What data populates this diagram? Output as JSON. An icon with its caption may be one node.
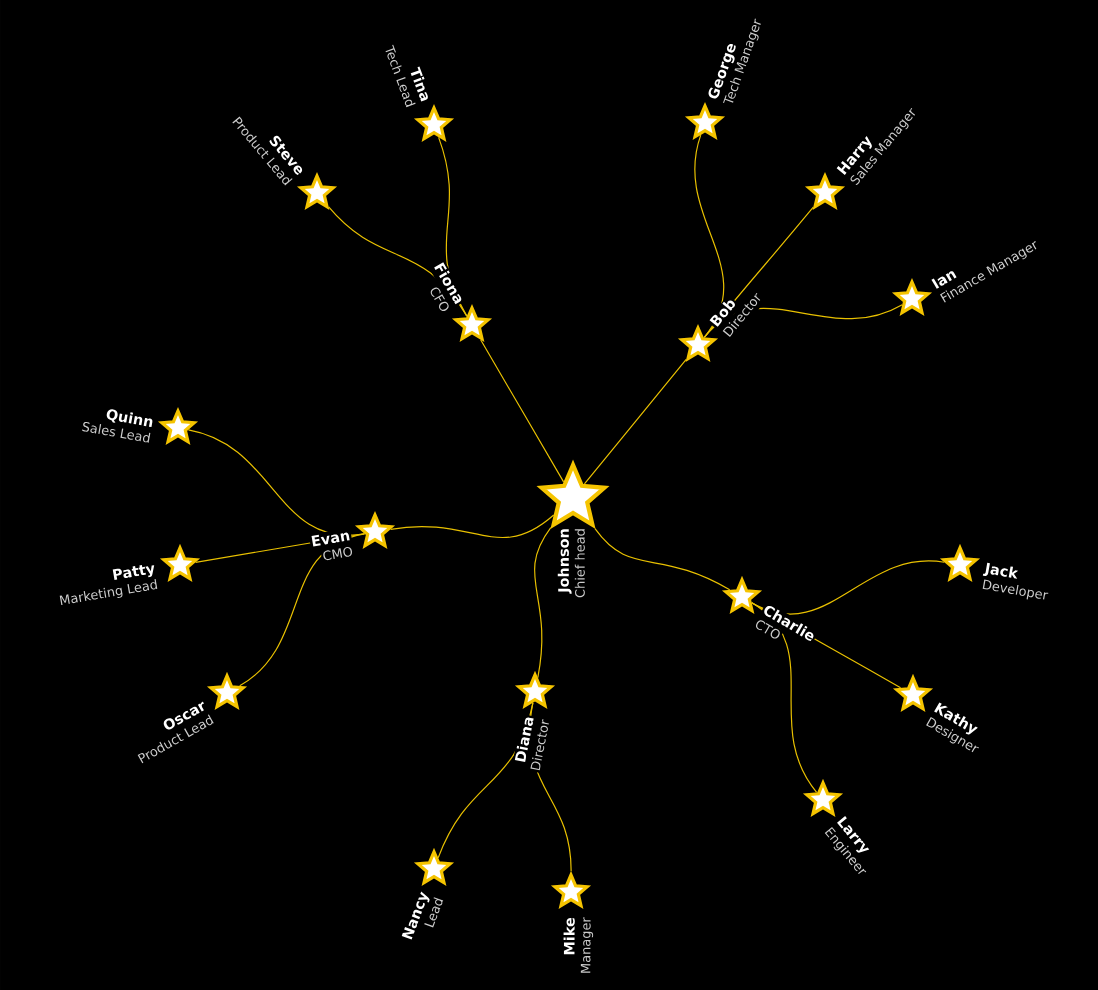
{
  "diagram": {
    "nodes": [
      {
        "text": [
          "Johnson",
          "Chief head"
        ]
      },
      {
        "text": [
          "Bob",
          "Director"
        ]
      },
      {
        "text": [
          "Charlie",
          "CTO"
        ]
      },
      {
        "text": [
          "Diana",
          "Director"
        ]
      },
      {
        "text": [
          "Evan",
          "CMO"
        ]
      },
      {
        "text": [
          "Fiona",
          "CFO"
        ]
      },
      {
        "text": [
          "George",
          "Tech Manager"
        ]
      },
      {
        "text": [
          "Harry",
          "Sales Manager"
        ]
      },
      {
        "text": [
          "Ian",
          "Finance Manager"
        ]
      },
      {
        "text": [
          "Jack",
          "Developer"
        ]
      },
      {
        "text": [
          "Kathy",
          "Designer"
        ]
      },
      {
        "text": [
          "Larry",
          "Engineer"
        ]
      },
      {
        "text": [
          "Mike",
          "Manager"
        ]
      },
      {
        "text": [
          "Nancy",
          "Lead"
        ]
      },
      {
        "text": [
          "Oscar",
          "Product Lead"
        ]
      },
      {
        "text": [
          "Patty",
          "Marketing Lead"
        ]
      },
      {
        "text": [
          "Quinn",
          "Sales Lead"
        ]
      },
      {
        "text": [
          "Steve",
          "Product Lead"
        ]
      },
      {
        "text": [
          "Tina",
          "Tech Lead"
        ]
      }
    ],
    "edges": [
      {
        "from": 0,
        "to": 1,
        "arrow": "none"
      },
      {
        "from": 0,
        "to": 2,
        "arrow": "none"
      },
      {
        "from": 0,
        "to": 3,
        "arrow": "none"
      },
      {
        "from": 0,
        "to": 4,
        "arrow": "none"
      },
      {
        "from": 0,
        "to": 5,
        "arrow": "none"
      },
      {
        "from": 1,
        "to": 6,
        "arrow": "none"
      },
      {
        "from": 1,
        "to": 7,
        "arrow": "none"
      },
      {
        "from": 1,
        "to": 8,
        "arrow": "none"
      },
      {
        "from": 2,
        "to": 9,
        "arrow": "none"
      },
      {
        "from": 2,
        "to": 10,
        "arrow": "none"
      },
      {
        "from": 2,
        "to": 11,
        "arrow": "none"
      },
      {
        "from": 3,
        "to": 12,
        "arrow": "none"
      },
      {
        "from": 3,
        "to": 13,
        "arrow": "none"
      },
      {
        "from": 4,
        "to": 14,
        "arrow": "none"
      },
      {
        "from": 4,
        "to": 15,
        "arrow": "none"
      },
      {
        "from": 4,
        "to": 16,
        "arrow": "none"
      },
      {
        "from": 5,
        "to": 17,
        "arrow": "none"
      },
      {
        "from": 5,
        "to": 18,
        "arrow": "none"
      }
    ]
  }
}
